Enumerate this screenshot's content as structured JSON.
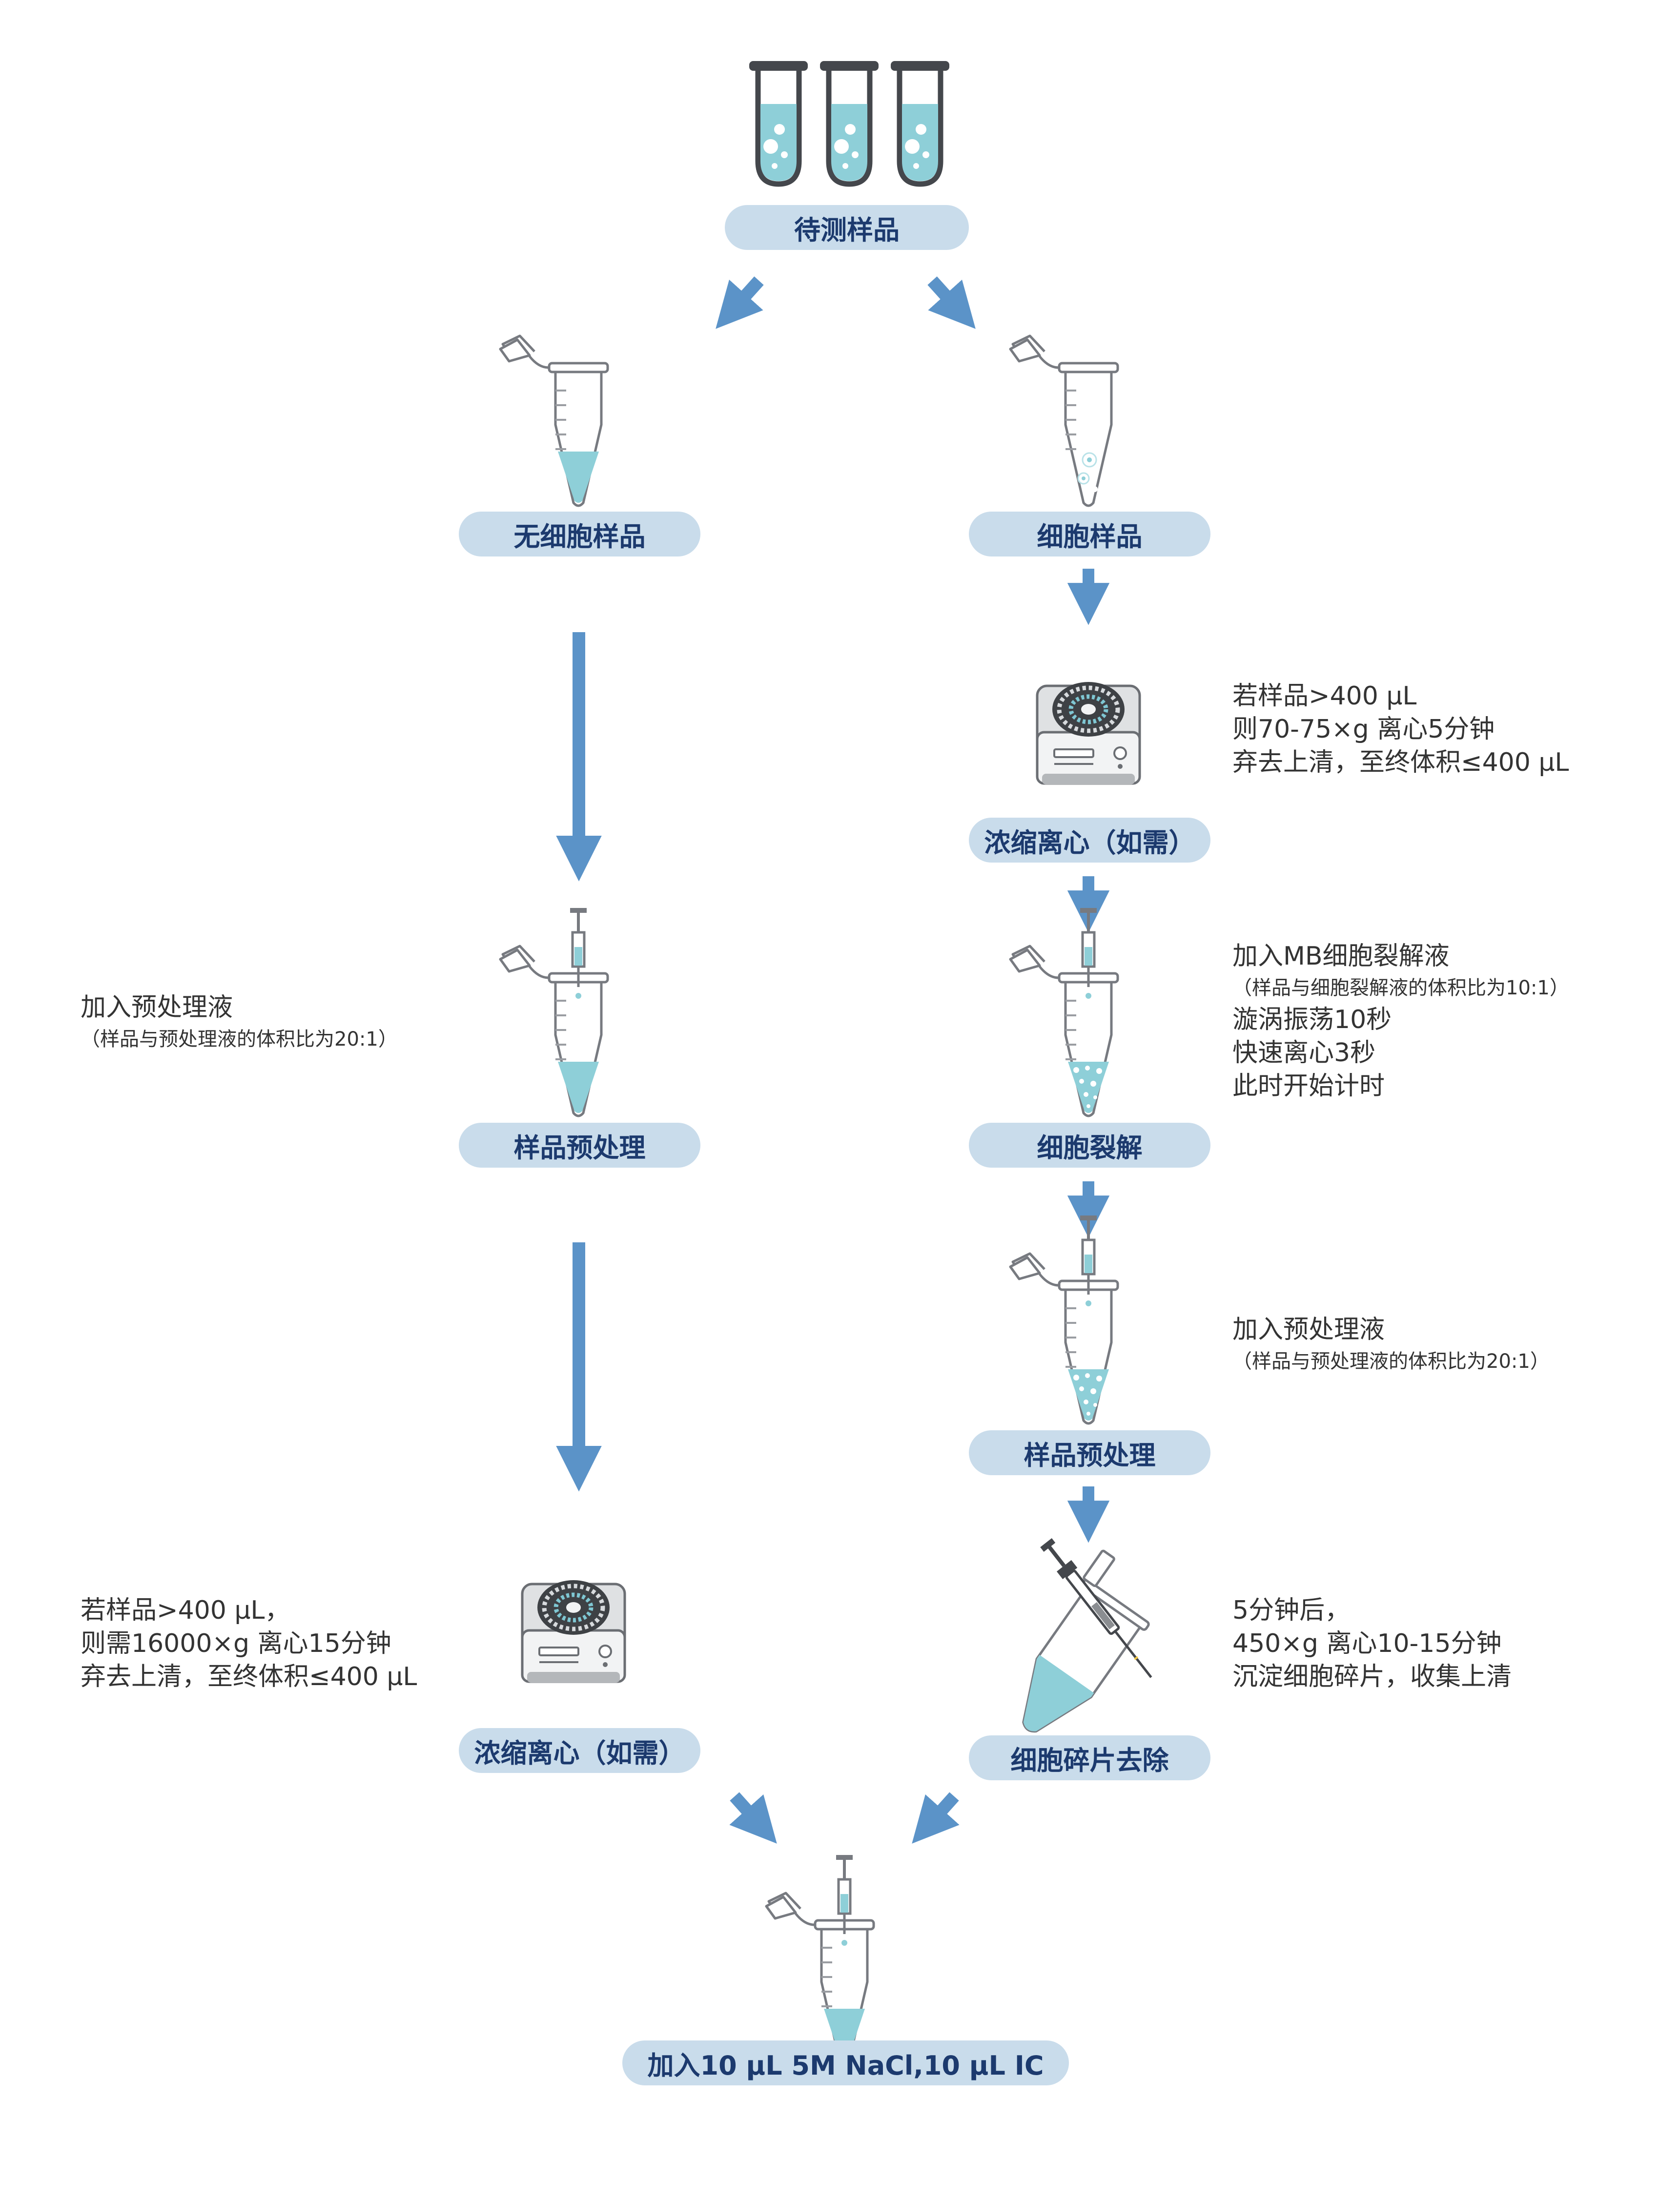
{
  "colors": {
    "label_bg": "#c9dceb",
    "label_text": "#1c3a6e",
    "arrow": "#5b93c8",
    "liquid": "#8ecfd8",
    "outline": "#44474c",
    "note_text": "#333333"
  },
  "labels": {
    "sample_to_test": "待测样品",
    "cell_free_sample": "无细胞样品",
    "cell_sample": "细胞样品",
    "concentrate_right": "浓缩离心（如需）",
    "pretreat_left": "样品预处理",
    "cell_lysis": "细胞裂解",
    "pretreat_right": "样品预处理",
    "concentrate_left": "浓缩离心（如需）",
    "debris_removal": "细胞碎片去除",
    "final_step": "加入10 μL 5M NaCl,10 μL IC"
  },
  "notes": {
    "concentrate_right": [
      "若样品>400 μL",
      "则70-75×g 离心5分钟",
      "弃去上清，至终体积≤400 μL"
    ],
    "lysis": {
      "line1": "加入MB细胞裂解液",
      "line2": "（样品与细胞裂解液的体积比为10:1）",
      "line3": "漩涡振荡10秒",
      "line4": "快速离心3秒",
      "line5": "此时开始计时"
    },
    "pretreat_left": {
      "line1": "加入预处理液",
      "line2": "（样品与预处理液的体积比为20:1）"
    },
    "pretreat_right": {
      "line1": "加入预处理液",
      "line2": "（样品与预处理液的体积比为20:1）"
    },
    "concentrate_left": [
      "若样品>400 μL，",
      "则需16000×g 离心15分钟",
      "弃去上清，至终体积≤400 μL"
    ],
    "debris": [
      "5分钟后，",
      "450×g 离心10-15分钟",
      "沉淀细胞碎片，收集上清"
    ]
  }
}
